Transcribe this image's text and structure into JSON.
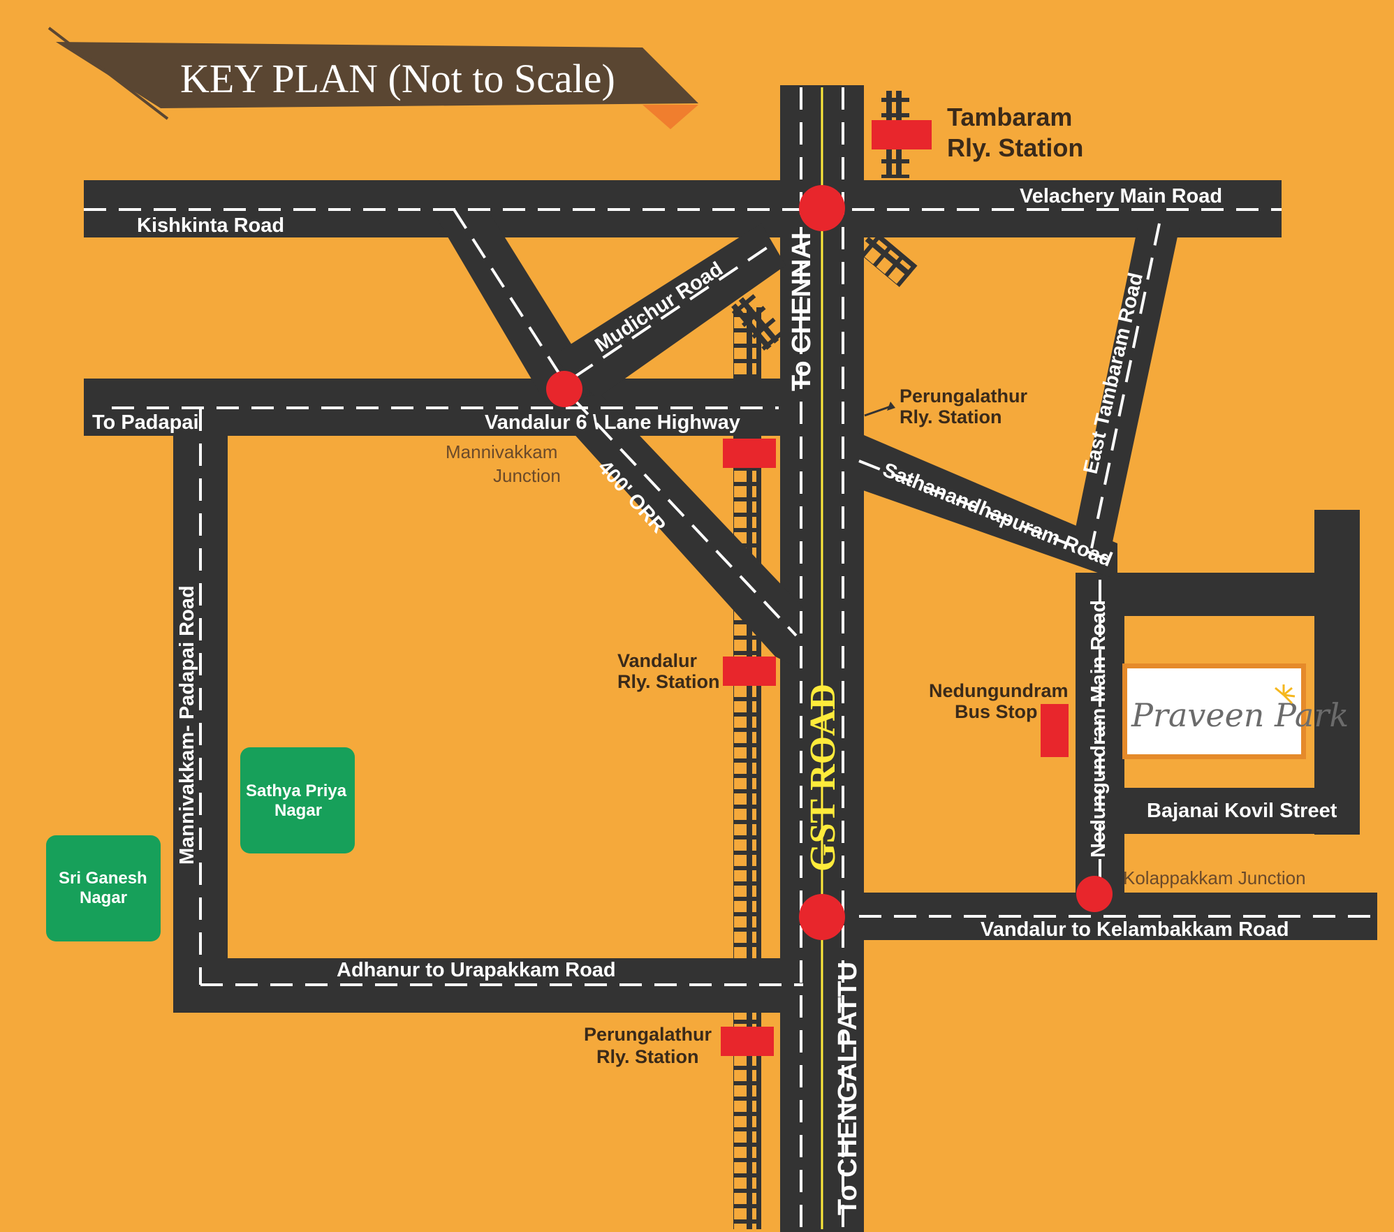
{
  "title": "KEY PLAN (Not to Scale)",
  "colors": {
    "background": "#F5A93B",
    "road": "#333333",
    "marker": "#E8262C",
    "park": "#17A05A",
    "highlight_road_text": "#FFEB3B",
    "title_banner": "#5A4632"
  },
  "roads": {
    "gst": "GST ROAD",
    "to_chennai": "To CHENNAI",
    "to_chengalpattu": "To CHENGALPATTU",
    "velachery": "Velachery Main Road",
    "kishkinta": "Kishkinta Road",
    "mudichur": "Mudichur Road",
    "to_padapai": "To Padapai",
    "vandalur_highway": "Vandalur 6 \\ Lane Highway",
    "orr": "400' ORR",
    "east_tambaram": "East Tambaram Road",
    "sathanandhapuram": "Sathanandhapuram Road",
    "nedungundram_main": "Nedungundram Main Road",
    "bajanai": "Bajanai Kovil Street",
    "kelambakkam": "Vandalur to Kelambakkam Road",
    "adhanur": "Adhanur to Urapakkam Road",
    "mannivakkam_padapai": "Mannivakkam- Padapai Road"
  },
  "places": {
    "tambaram_line1": "Tambaram",
    "tambaram_line2": "Rly. Station",
    "perungalathur_north_line1": "Perungalathur",
    "perungalathur_north_line2": "Rly. Station",
    "mannivakkam_line1": "Mannivakkam",
    "mannivakkam_line2": "Junction",
    "vandalur_station_line1": "Vandalur",
    "vandalur_station_line2": "Rly. Station",
    "nedungundram_bus_line1": "Nedungundram",
    "nedungundram_bus_line2": "Bus Stop",
    "kolappakkam": "Kolappakkam Junction",
    "perungalathur_south_line1": "Perungalathur",
    "perungalathur_south_line2": "Rly. Station",
    "sathya_line1": "Sathya Priya",
    "sathya_line2": "Nagar",
    "sri_ganesh_line1": "Sri Ganesh",
    "sri_ganesh_line2": "Nagar"
  },
  "project": {
    "name": "Praveen Park"
  }
}
